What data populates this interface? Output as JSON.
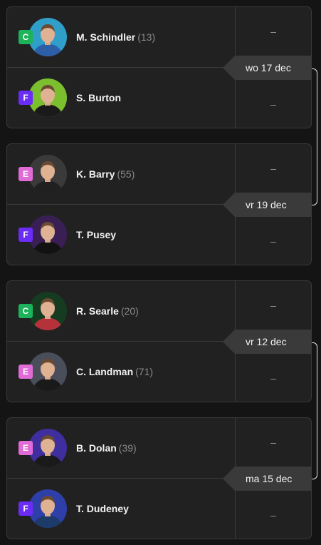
{
  "matches": [
    {
      "date": "wo 17 dec",
      "p1": {
        "name": "M. Schindler",
        "seed": "(13)",
        "badge": "C",
        "badge_color": "#1db35a",
        "score": "–",
        "avatar_bg": "#2f9fc9",
        "shirt": "#2c5fa8"
      },
      "p2": {
        "name": "S. Burton",
        "seed": "",
        "badge": "F",
        "badge_color": "#6b2cf5",
        "score": "–",
        "avatar_bg": "#7bbf2e",
        "shirt": "#1a1a1a"
      }
    },
    {
      "date": "vr 19 dec",
      "p1": {
        "name": "K. Barry",
        "seed": "(55)",
        "badge": "E",
        "badge_color": "#e06bd6",
        "score": "–",
        "avatar_bg": "#3a3a3a",
        "shirt": "#202020"
      },
      "p2": {
        "name": "T. Pusey",
        "seed": "",
        "badge": "F",
        "badge_color": "#6b2cf5",
        "score": "–",
        "avatar_bg": "#3a1f55",
        "shirt": "#121212"
      }
    },
    {
      "date": "vr 12 dec",
      "p1": {
        "name": "R. Searle",
        "seed": "(20)",
        "badge": "C",
        "badge_color": "#1db35a",
        "score": "–",
        "avatar_bg": "#153b20",
        "shirt": "#b5323a"
      },
      "p2": {
        "name": "C. Landman",
        "seed": "(71)",
        "badge": "E",
        "badge_color": "#e06bd6",
        "score": "–",
        "avatar_bg": "#4a4e5a",
        "shirt": "#1a1a1a"
      }
    },
    {
      "date": "ma 15 dec",
      "p1": {
        "name": "B. Dolan",
        "seed": "(39)",
        "badge": "E",
        "badge_color": "#e06bd6",
        "score": "–",
        "avatar_bg": "#3f2e9e",
        "shirt": "#1a1a1a"
      },
      "p2": {
        "name": "T. Dudeney",
        "seed": "",
        "badge": "F",
        "badge_color": "#6b2cf5",
        "score": "–",
        "avatar_bg": "#2e3fa8",
        "shirt": "#1d3b6a"
      }
    }
  ]
}
